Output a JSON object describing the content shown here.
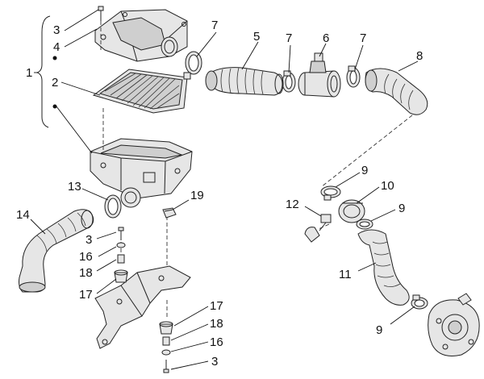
{
  "labels": {
    "l3a": "3",
    "l4": "4",
    "l1": "1",
    "l2": "2",
    "l7a": "7",
    "l5": "5",
    "l7b": "7",
    "l6": "6",
    "l7c": "7",
    "l8": "8",
    "l9a": "9",
    "l10": "10",
    "l12": "12",
    "l9b": "9",
    "l11": "11",
    "l9c": "9",
    "l13": "13",
    "l19": "19",
    "l14": "14",
    "l3b": "3",
    "l16a": "16",
    "l18a": "18",
    "l17a": "17",
    "l17b": "17",
    "l18b": "18",
    "l16b": "16",
    "l3c": "3"
  }
}
